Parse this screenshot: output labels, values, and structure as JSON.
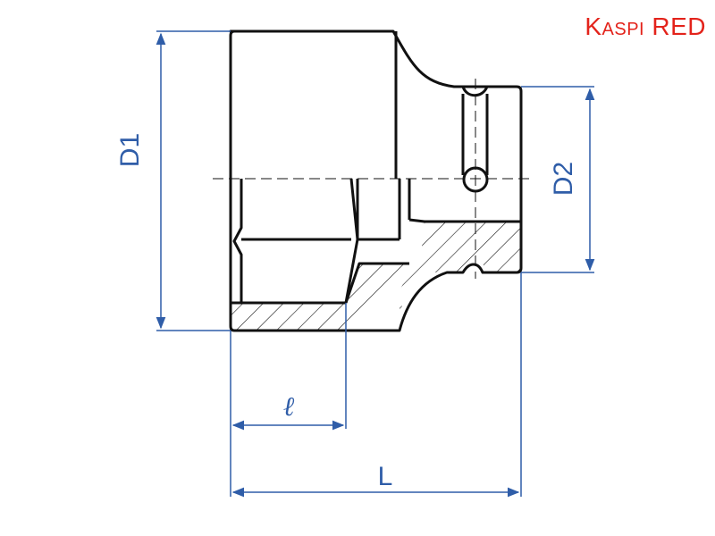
{
  "brand": {
    "initial": "K",
    "rest": "ASPI",
    "suffix": "RED",
    "color": "#e3231b"
  },
  "dimensions": {
    "outer_diameter_label": "D1",
    "drive_diameter_label": "D2",
    "hex_depth_label": "ℓ",
    "overall_length_label": "L",
    "color": "#2f5da8"
  },
  "outline_color": "#111111"
}
